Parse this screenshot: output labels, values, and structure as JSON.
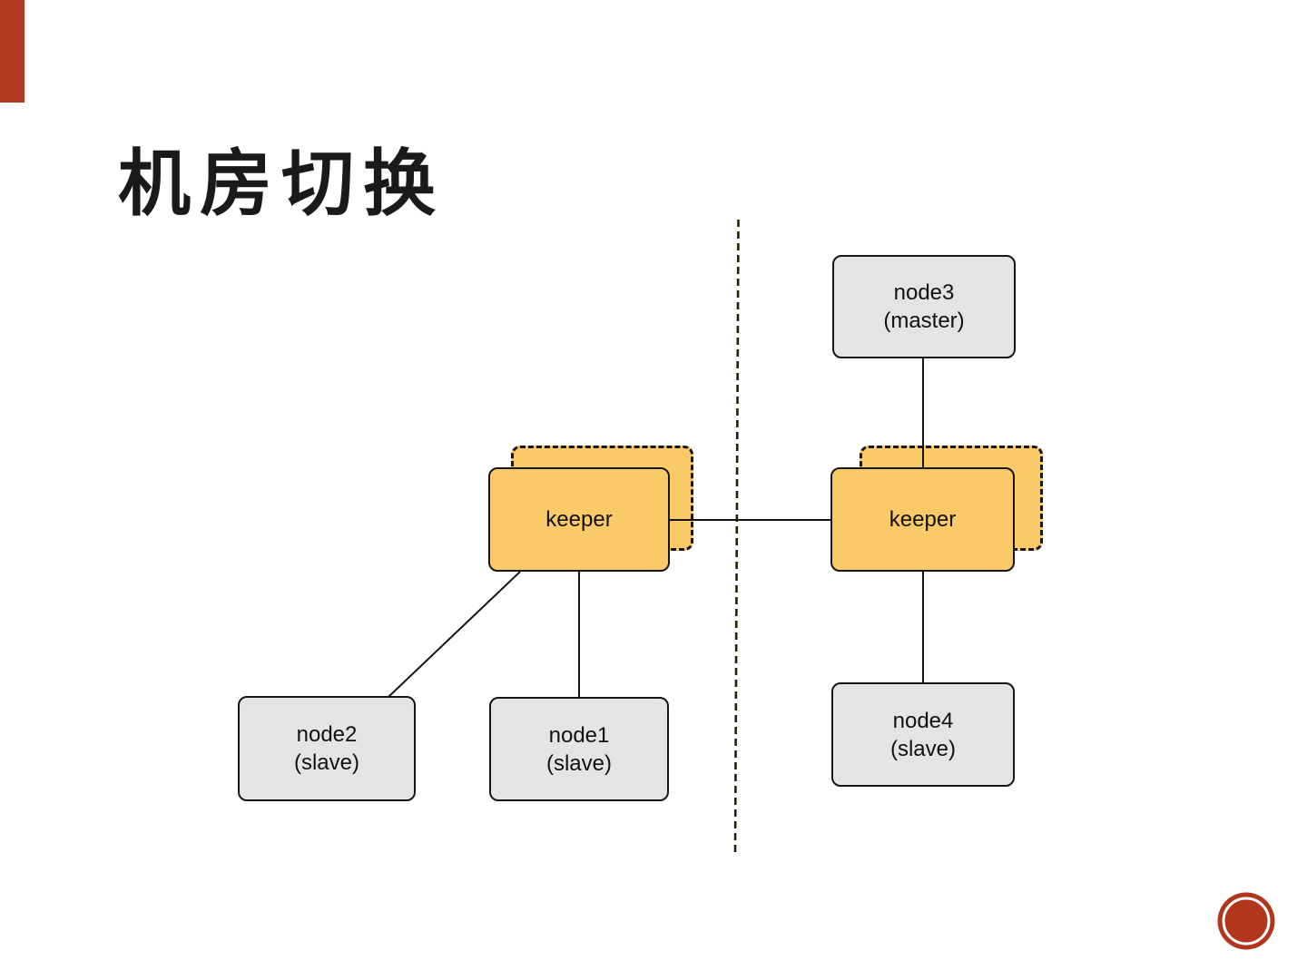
{
  "slide": {
    "title": "机房切换",
    "background_color": "#ffffff",
    "title_color": "#1a1a1a"
  },
  "decorations": {
    "ribbon": {
      "name": "red-ribbon",
      "color": "#b23a22"
    },
    "stamp": {
      "name": "red-seal-stamp",
      "fill_color": "#b2361e",
      "ring_color": "#ffffff"
    }
  },
  "diagram": {
    "divider": {
      "style": "dashed-vertical-line",
      "color": "#1d2403"
    },
    "colors": {
      "keeper_fill": "#faca68",
      "node_fill": "#e4e4e4",
      "border": "#161616",
      "connector": "#141414"
    },
    "nodes": [
      {
        "id": "keeper-left",
        "label": "keeper",
        "role": "",
        "variant": "orange",
        "shadow": "dashed-orange-box"
      },
      {
        "id": "keeper-right",
        "label": "keeper",
        "role": "",
        "variant": "orange",
        "shadow": "dashed-orange-box"
      },
      {
        "id": "node3",
        "label": "node3",
        "role": "(master)",
        "variant": "gray"
      },
      {
        "id": "node2",
        "label": "node2",
        "role": "(slave)",
        "variant": "gray"
      },
      {
        "id": "node1",
        "label": "node1",
        "role": "(slave)",
        "variant": "gray"
      },
      {
        "id": "node4",
        "label": "node4",
        "role": "(slave)",
        "variant": "gray"
      }
    ],
    "edges": [
      {
        "from": "keeper-left",
        "to": "keeper-right",
        "shape": "horizontal"
      },
      {
        "from": "keeper-left",
        "to": "node2",
        "shape": "diagonal"
      },
      {
        "from": "keeper-left",
        "to": "node1",
        "shape": "vertical"
      },
      {
        "from": "node3",
        "to": "keeper-right",
        "shape": "vertical"
      },
      {
        "from": "keeper-right",
        "to": "node4",
        "shape": "vertical"
      }
    ]
  }
}
